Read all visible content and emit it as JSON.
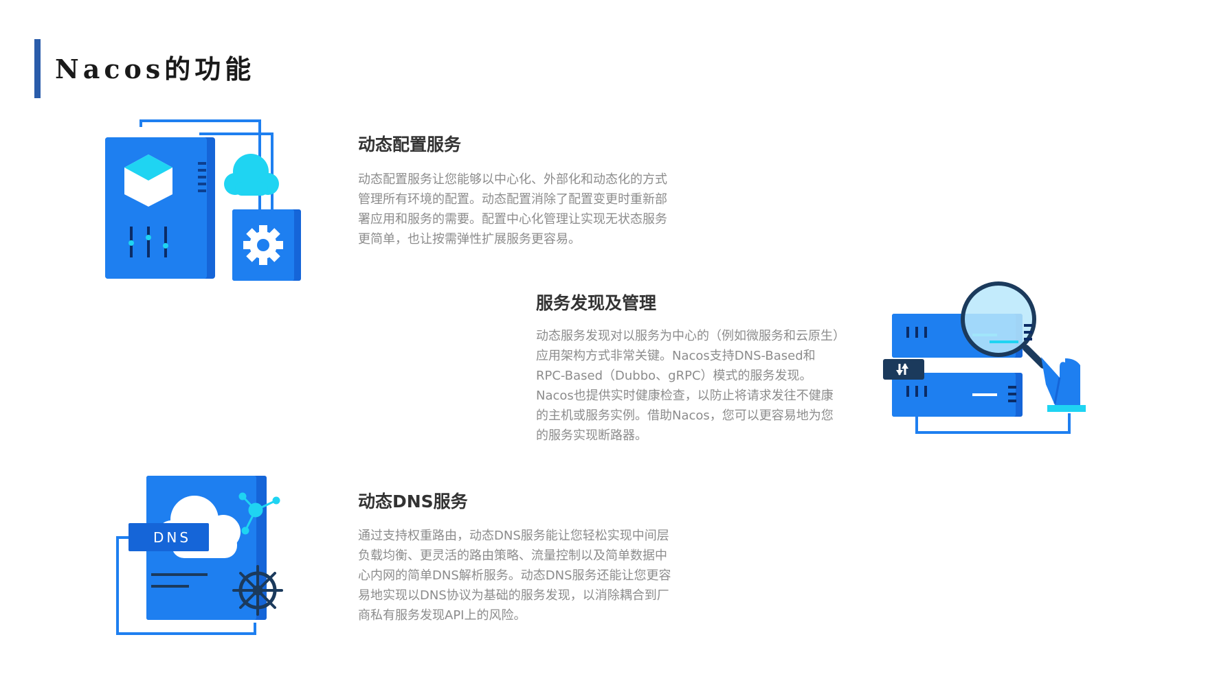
{
  "page": {
    "title": "Nacos的功能"
  },
  "sections": [
    {
      "heading": "动态配置服务",
      "body": "动态配置服务让您能够以中心化、外部化和动态化的方式管理所有环境的配置。动态配置消除了配置变更时重新部署应用和服务的需要。配置中心化管理让实现无状态服务更简单，也让按需弹性扩展服务更容易。"
    },
    {
      "heading": "服务发现及管理",
      "body": "动态服务发现对以服务为中心的（例如微服务和云原生）应用架构方式非常关键。Nacos支持DNS-Based和RPC-Based（Dubbo、gRPC）模式的服务发现。Nacos也提供实时健康检查，以防止将请求发往不健康的主机或服务实例。借助Nacos，您可以更容易地为您的服务实现断路器。"
    },
    {
      "heading": "动态DNS服务",
      "body": "通过支持权重路由，动态DNS服务能让您轻松实现中间层负载均衡、更灵活的路由策略、流量控制以及简单数据中心内网的简单DNS解析服务。动态DNS服务还能让您更容易地实现以DNS协议为基础的服务发现，以消除耦合到厂商私有服务发现API上的风险。"
    }
  ],
  "illustrations": {
    "dns_label": "DNS"
  },
  "colors": {
    "accent_bar": "#2a5caa",
    "primary_blue": "#1e7ff0",
    "dark_blue": "#1565d8",
    "cyan": "#1fd4f2",
    "navy": "#1b3a5c",
    "heading": "#333333",
    "body_text": "#8c8c8c"
  }
}
